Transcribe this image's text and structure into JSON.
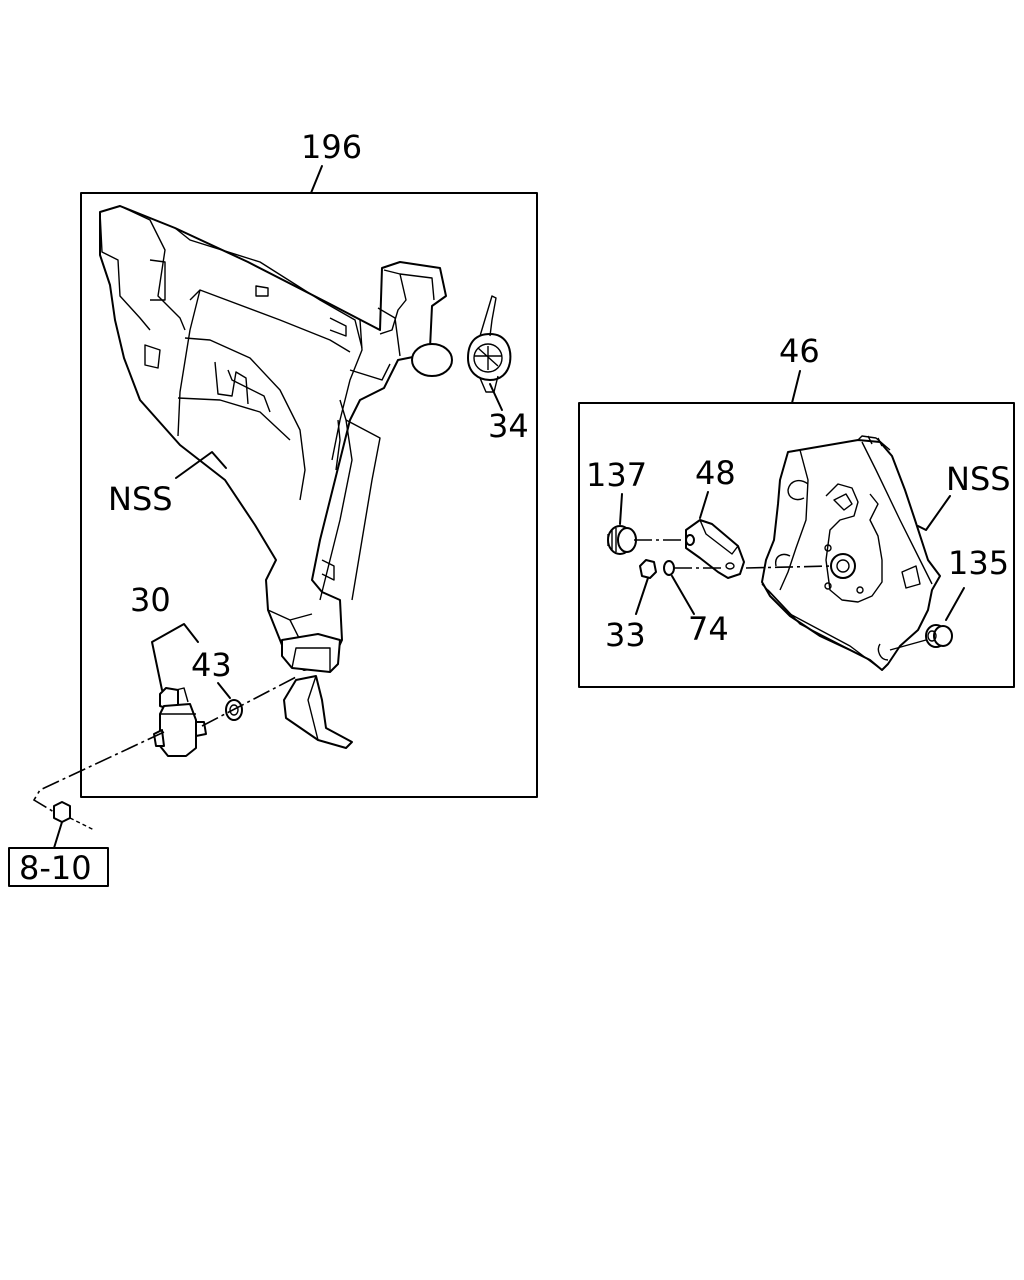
{
  "diagram": {
    "labels": {
      "l196": "196",
      "l34": "34",
      "nss_left": "NSS",
      "l30": "30",
      "l43": "43",
      "l8_10": "8-10",
      "l46": "46",
      "l137": "137",
      "l48": "48",
      "nss_right": "NSS",
      "l135": "135",
      "l33": "33",
      "l74": "74"
    }
  }
}
